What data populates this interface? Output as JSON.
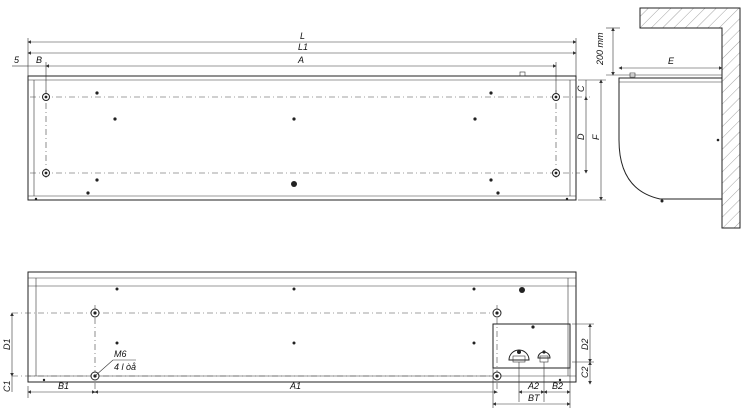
{
  "labels": {
    "L": "L",
    "L1": "L1",
    "S": "5",
    "B": "B",
    "A": "A",
    "C": "C",
    "D": "D",
    "F": "F",
    "E": "E",
    "wall_gap": "200 mm",
    "C1_left": "C1",
    "D1": "D1",
    "B1": "B1",
    "A1": "A1",
    "M6": "M6",
    "M6_sub": "4 l òå",
    "A2": "A2",
    "B2": "B2",
    "BT": "BT",
    "D2": "D2",
    "C2": "C2"
  }
}
